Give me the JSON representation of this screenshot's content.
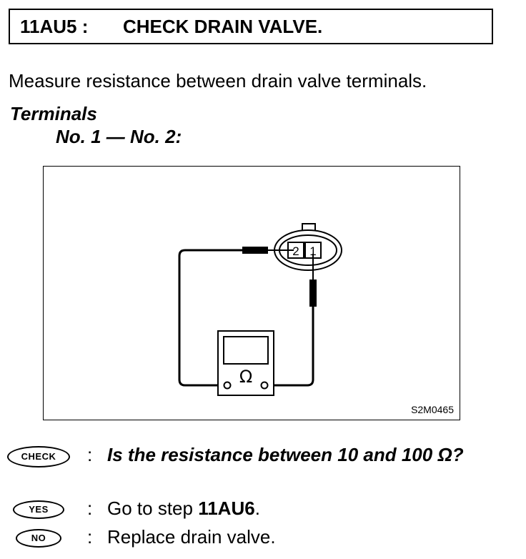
{
  "header": {
    "code": "11AU5 :",
    "title": "CHECK DRAIN VALVE."
  },
  "instruction": "Measure resistance between drain valve terminals.",
  "terminals": {
    "label": "Terminals",
    "spec": "No. 1 — No. 2:"
  },
  "figure": {
    "id": "S2M0465",
    "terminal_labels": [
      "2",
      "1"
    ],
    "meter_symbol": "Ω"
  },
  "check": {
    "badge": "CHECK",
    "colon": ":",
    "question": "Is the resistance between 10 and 100 Ω?"
  },
  "yes": {
    "badge": "YES",
    "colon": ":",
    "text_prefix": "Go to step ",
    "step": "11AU6",
    "text_suffix": "."
  },
  "no": {
    "badge": "NO",
    "colon": ":",
    "text": "Replace drain valve."
  }
}
